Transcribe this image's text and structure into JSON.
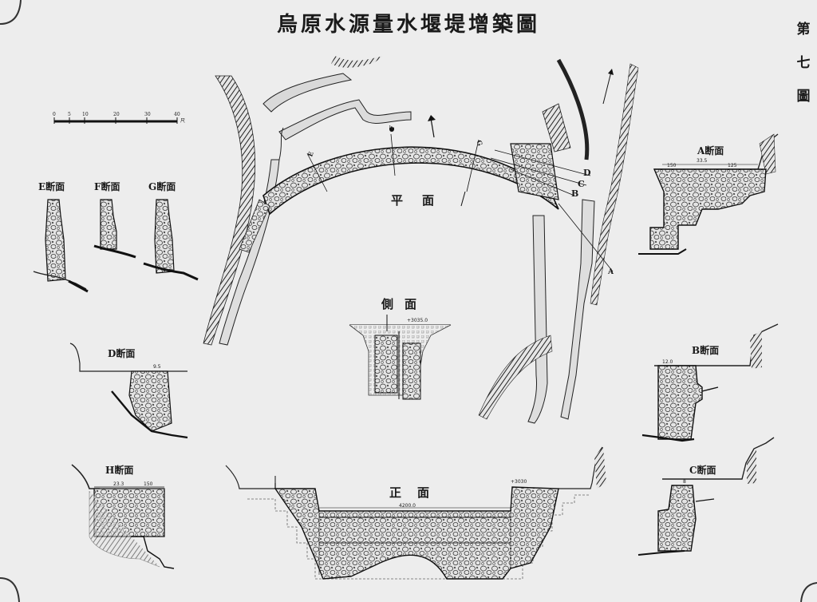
{
  "title": "烏原水源量水堰堤增築圖",
  "figure_number": "第七圖",
  "scale_bar": {
    "ticks": [
      "0",
      "5",
      "10",
      "20",
      "30",
      "40"
    ],
    "unit": "尺"
  },
  "views": {
    "plan": "平面",
    "side": "側面",
    "front": "正面"
  },
  "sections": {
    "A": "A断面",
    "B": "B断面",
    "C": "C断面",
    "D": "D断面",
    "E": "E断面",
    "F": "F断面",
    "G": "G断面",
    "H": "H断面"
  },
  "section_marks": [
    "A",
    "B",
    "C",
    "D",
    "E",
    "F",
    "G"
  ],
  "dimensions": {
    "a_top": "33.5",
    "a_left": "150",
    "a_right": "125",
    "b_top": "12.0",
    "c_top": "8",
    "d_top": "9.5",
    "h_top": "23.3",
    "h_right": "150",
    "front_span": "4200.0",
    "front_level": "+3030",
    "side_level": "+3035.0"
  },
  "colors": {
    "paper": "#ededed",
    "ink": "#1a1a1a",
    "stone": "#cfcfcf"
  }
}
